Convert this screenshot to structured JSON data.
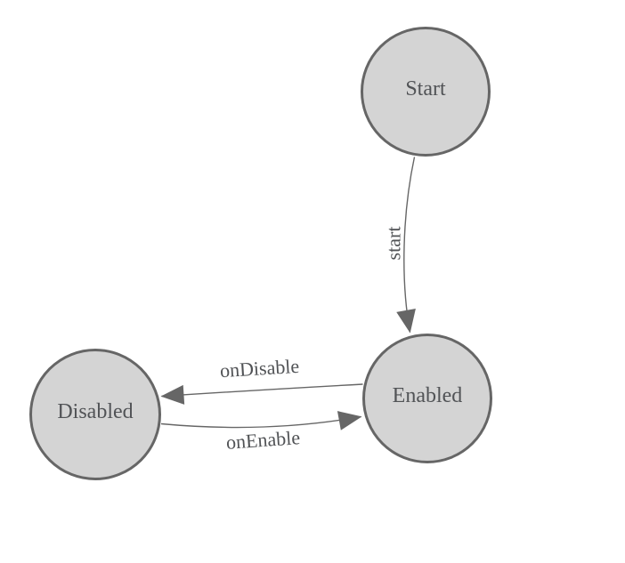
{
  "diagram": {
    "background_color": "#ffffff",
    "node_fill_color": "#d4d4d4",
    "node_stroke_color": "#666666",
    "edge_color": "#666666",
    "arrow_color": "#666666",
    "text_color": "#515356",
    "nodes": [
      {
        "id": "start",
        "label": "Start"
      },
      {
        "id": "enabled",
        "label": "Enabled"
      },
      {
        "id": "disabled",
        "label": "Disabled"
      }
    ],
    "edges": [
      {
        "id": "start-to-enabled",
        "label": "start",
        "from": "start",
        "to": "enabled"
      },
      {
        "id": "enabled-to-disabled",
        "label": "onDisable",
        "from": "enabled",
        "to": "disabled"
      },
      {
        "id": "disabled-to-enabled",
        "label": "onEnable",
        "from": "disabled",
        "to": "enabled"
      }
    ]
  }
}
